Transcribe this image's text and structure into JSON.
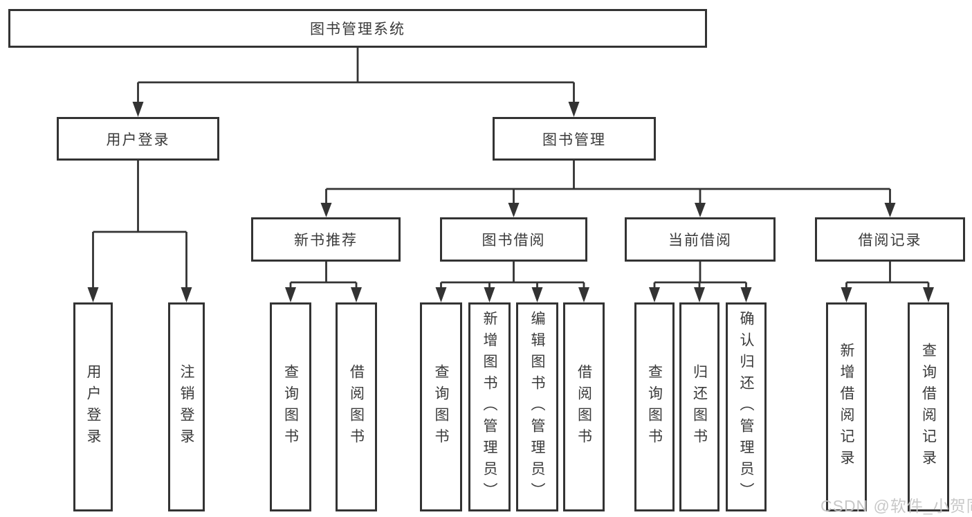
{
  "tree": {
    "root": {
      "label": "图书管理系统"
    },
    "branches": [
      {
        "label": "用户登录",
        "children": [
          {
            "label": "用户登录"
          },
          {
            "label": "注销登录"
          }
        ]
      },
      {
        "label": "图书管理",
        "children": [
          {
            "label": "新书推荐",
            "children": [
              {
                "label": "查询图书"
              },
              {
                "label": "借阅图书"
              }
            ]
          },
          {
            "label": "图书借阅",
            "children": [
              {
                "label": "查询图书"
              },
              {
                "label": "新增图书（管理员）"
              },
              {
                "label": "编辑图书（管理员）"
              },
              {
                "label": "借阅图书"
              }
            ]
          },
          {
            "label": "当前借阅",
            "children": [
              {
                "label": "查询图书"
              },
              {
                "label": "归还图书"
              },
              {
                "label": "确认归还（管理员）"
              }
            ]
          },
          {
            "label": "借阅记录",
            "children": [
              {
                "label": "新增借阅记录"
              },
              {
                "label": "查询借阅记录"
              }
            ]
          }
        ]
      }
    ]
  },
  "watermark": {
    "text": "CSDN @软件_小贺同学"
  },
  "colors": {
    "line": "#333333",
    "box_border": "#333333",
    "text": "#3a3a3a",
    "watermark": "#c3c3c3",
    "background": "#ffffff"
  }
}
